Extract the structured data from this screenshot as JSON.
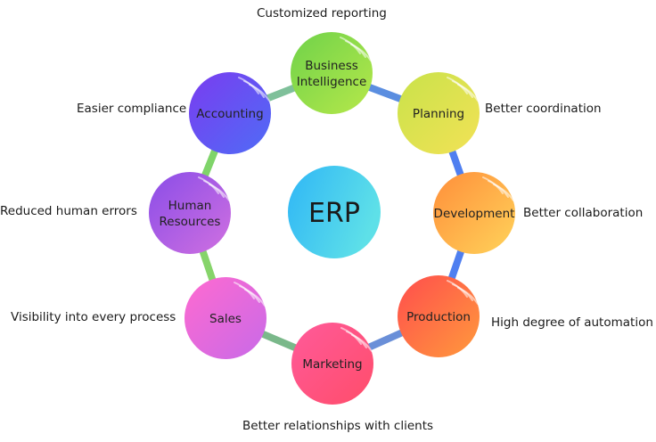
{
  "center": {
    "label": "ERP",
    "color_a": "#2fb6f6",
    "color_b": "#5ee0e8"
  },
  "ring": {
    "segment_colors": [
      "#5b8ee0",
      "#4f7ff0",
      "#4f7ff0",
      "#6a8fd8",
      "#7ab88a",
      "#86d46a",
      "#7fd46a",
      "#7fc09a"
    ]
  },
  "modules": [
    {
      "label_lines": [
        "Business",
        "Intelligence"
      ],
      "color_a": "#6fd24a",
      "color_b": "#b6e84a",
      "benefit": "Customized reporting"
    },
    {
      "label_lines": [
        "Planning"
      ],
      "color_a": "#c9e24a",
      "color_b": "#f2e256",
      "benefit": "Better coordination"
    },
    {
      "label_lines": [
        "Development"
      ],
      "color_a": "#ff8e3a",
      "color_b": "#ffd35a",
      "benefit": "Better collaboration"
    },
    {
      "label_lines": [
        "Production"
      ],
      "color_a": "#ff4d4d",
      "color_b": "#ff9a3c",
      "benefit": "High degree of automation"
    },
    {
      "label_lines": [
        "Marketing"
      ],
      "color_a": "#ff5a9a",
      "color_b": "#ff4d6a",
      "benefit": "Better relationships with clients"
    },
    {
      "label_lines": [
        "Sales"
      ],
      "color_a": "#ff6ad0",
      "color_b": "#c86ae8",
      "benefit": "Visibility into every process"
    },
    {
      "label_lines": [
        "Human",
        "Resources"
      ],
      "color_a": "#8a4de8",
      "color_b": "#d070e0",
      "benefit": "Reduced human errors"
    },
    {
      "label_lines": [
        "Accounting"
      ],
      "color_a": "#7a3cf0",
      "color_b": "#4f6cf6",
      "benefit": "Easier compliance"
    }
  ]
}
